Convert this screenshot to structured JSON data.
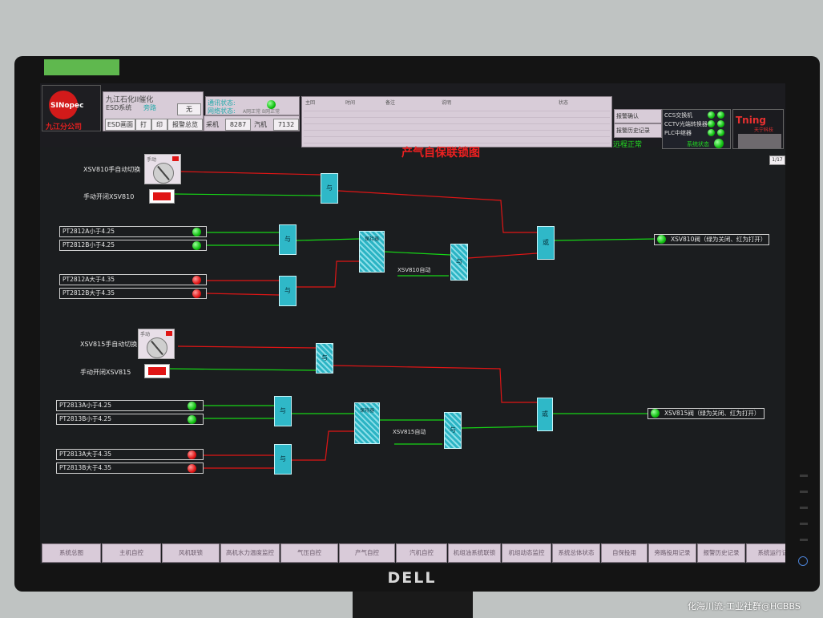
{
  "monitor": {
    "brand": "DELL",
    "sticker": "",
    "watermark": "化海川流-工业社群@HCBBS"
  },
  "header": {
    "company_logo_text": "SINopec",
    "company_name": "九江分公司",
    "plant_title": "九江石化II催化",
    "system_label": "ESD系统",
    "system_state": "旁路",
    "system_value": "无",
    "btn_monitor": "ESD画面",
    "btn_print": "打",
    "btn_print2": "印",
    "btn_report": "报警总览",
    "sample_label": "采机",
    "sample_value": "8287",
    "gas_label": "汽机",
    "gas_value": "7132",
    "comm_status_label": "通讯状态:",
    "net_status_label": "网络状态:",
    "net_status_value": "A网正常   B网正常",
    "tag_col1": "主回",
    "tag_col2": "时间",
    "tag_col3": "备注",
    "tag_col4": "说明",
    "tag_col5": "状态",
    "ccs_label": "CCS交换机",
    "cctv_label": "CCTV光端转换器",
    "plc_label": "PLC中继器",
    "remote_status": "远程正常",
    "sys_status_label": "系统状态",
    "btn_alarm_confirm": "报警确认",
    "btn_alarm_history": "报警历史记录",
    "brand_right": "Tning",
    "brand_right_sub": "天宁科技",
    "corner_btn": "1/17"
  },
  "page": {
    "title": "产气自保联锁图"
  },
  "diagram": {
    "group1": {
      "switch_label": "XSV810手自动切换",
      "switch_tag": "手动",
      "manual_label": "手动开闭XSV810",
      "inputs": [
        "PT2812A小于4.25",
        "PT2812B小于4.25",
        "PT2812A大于4.35",
        "PT2812B大于4.35"
      ],
      "gate_and": "与",
      "gate_or": "或",
      "hold_label": "保持器",
      "auto_label": "XSV810自动",
      "output": "XSV810阀（绿为关闭、红为打开）"
    },
    "group2": {
      "switch_label": "XSV815手自动切换",
      "switch_tag": "手动",
      "manual_label": "手动开闭XSV815",
      "inputs": [
        "PT2813A小于4.25",
        "PT2813B小于4.25",
        "PT2813A大于4.35",
        "PT2813B大于4.35"
      ],
      "gate_and": "与",
      "gate_or": "或",
      "hold_label": "保持器",
      "auto_label": "XSV815自动",
      "output": "XSV815阀（绿为关闭、红为打开）"
    },
    "colors": {
      "active": "#16d616",
      "alarm": "#e01515",
      "gate": "#2fb8c8"
    }
  },
  "nav": [
    "系统总图",
    "主机自控",
    "风机联锁",
    "高机水力温度监控",
    "气压自控",
    "产气自控",
    "汽机自控",
    "机组油系统联锁",
    "机组动态监控",
    "系统总体状态",
    "自保投用",
    "旁路投用记录",
    "报警历史记录",
    "系统运行记录"
  ]
}
